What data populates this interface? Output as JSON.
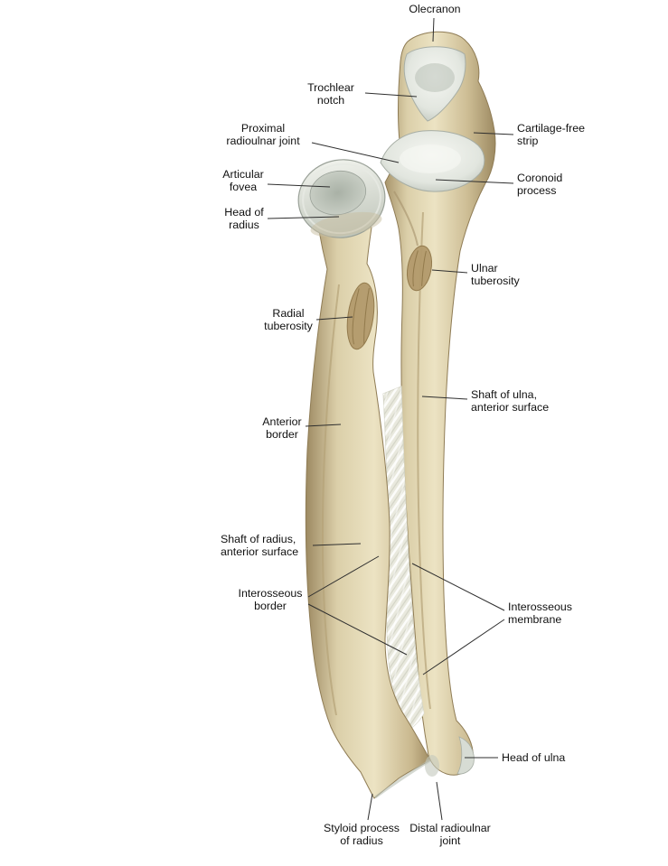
{
  "colors": {
    "background": "#ffffff",
    "bone_light": "#eadfbe",
    "bone_mid": "#cfbf98",
    "bone_dark": "#a3906a",
    "bone_outline": "#8f7c55",
    "cartilage_light": "#f3f4f0",
    "cartilage_mid": "#d7dcd4",
    "cartilage_dark": "#aab1a7",
    "membrane_base": "#e9e9de",
    "tuberosity": "#b39a6c",
    "leader_line": "#2e2e2e",
    "label_text": "#111111"
  },
  "labels": [
    {
      "id": "olecranon",
      "text": "Olecranon"
    },
    {
      "id": "trochlear-notch",
      "text": "Trochlear\nnotch"
    },
    {
      "id": "proximal-radioulnar-joint",
      "text": "Proximal\nradioulnar joint"
    },
    {
      "id": "cartilage-free-strip",
      "text": "Cartilage-free\nstrip"
    },
    {
      "id": "articular-fovea",
      "text": "Articular\nfovea"
    },
    {
      "id": "coronoid-process",
      "text": "Coronoid\nprocess"
    },
    {
      "id": "head-of-radius",
      "text": "Head of\nradius"
    },
    {
      "id": "ulnar-tuberosity",
      "text": "Ulnar\ntuberosity"
    },
    {
      "id": "radial-tuberosity",
      "text": "Radial\ntuberosity"
    },
    {
      "id": "shaft-of-ulna-anterior-surface",
      "text": "Shaft of ulna,\nanterior surface"
    },
    {
      "id": "anterior-border",
      "text": "Anterior\nborder"
    },
    {
      "id": "shaft-of-radius-anterior-surface",
      "text": "Shaft of radius,\nanterior surface"
    },
    {
      "id": "interosseous-border",
      "text": "Interosseous\nborder"
    },
    {
      "id": "interosseous-membrane",
      "text": "Interosseous\nmembrane"
    },
    {
      "id": "head-of-ulna",
      "text": "Head of ulna"
    },
    {
      "id": "styloid-process-of-radius",
      "text": "Styloid process\nof radius"
    },
    {
      "id": "distal-radioulnar-joint",
      "text": "Distal radioulnar\njoint"
    }
  ]
}
